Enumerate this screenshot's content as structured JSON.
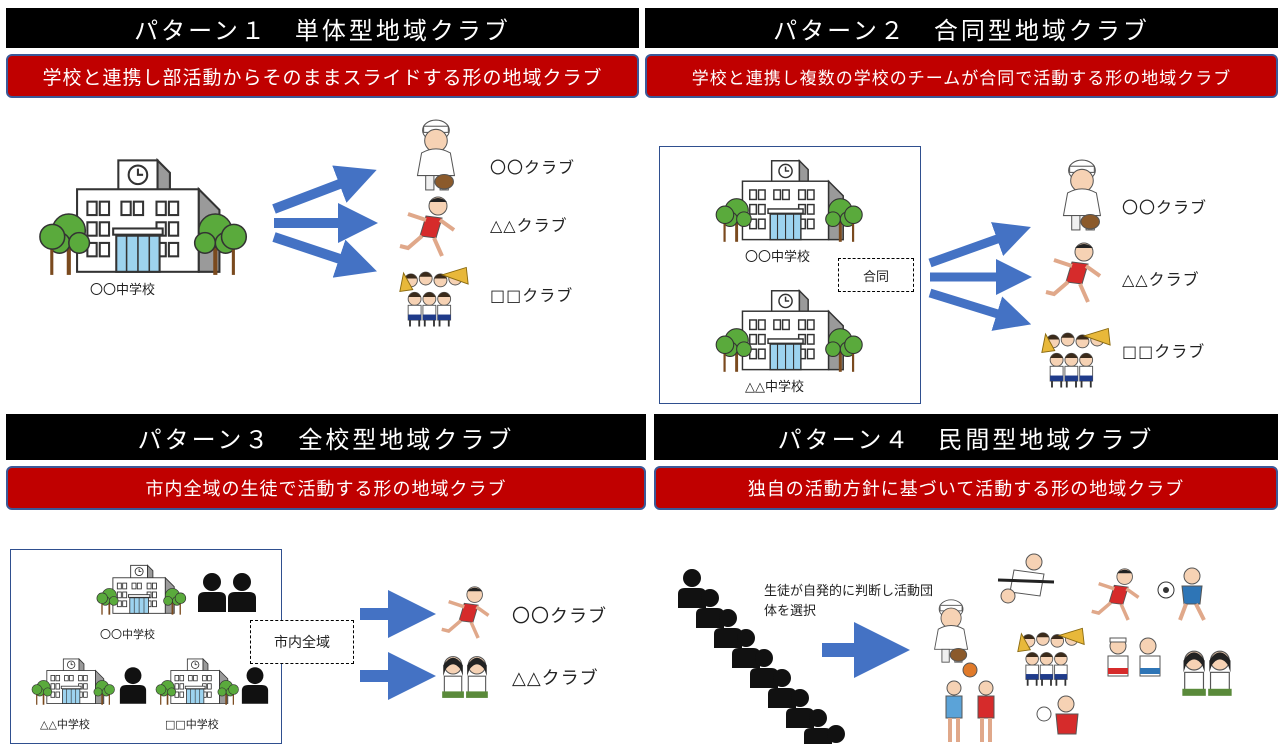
{
  "p1": {
    "title": "パターン１　単体型地域クラブ",
    "subtitle": "学校と連携し部活動からそのままスライドする形の地域クラブ",
    "school": "〇〇中学校",
    "clubs": [
      "〇〇クラブ",
      "△△クラブ",
      "□□クラブ"
    ]
  },
  "p2": {
    "title": "パターン２　合同型地域クラブ",
    "subtitle": "学校と連携し複数の学校のチームが合同で活動する形の地域クラブ",
    "schools": [
      "〇〇中学校",
      "△△中学校"
    ],
    "merge": "合同",
    "clubs": [
      "〇〇クラブ",
      "△△クラブ",
      "□□クラブ"
    ]
  },
  "p3": {
    "title": "パターン３　全校型地域クラブ",
    "subtitle": "市内全域の生徒で活動する形の地域クラブ",
    "schools": [
      "〇〇中学校",
      "△△中学校",
      "□□中学校"
    ],
    "scope": "市内全域",
    "clubs": [
      "〇〇クラブ",
      "△△クラブ"
    ]
  },
  "p4": {
    "title": "パターン４　民間型地域クラブ",
    "subtitle": "独自の活動方針に基づいて活動する形の地域クラブ",
    "note": "生徒が自発的に判断し活動団体を選択"
  },
  "colors": {
    "header_bg": "#000000",
    "subtitle_bg": "#c00000",
    "arrow": "#4472c4",
    "frame": "#2f4f8f"
  }
}
